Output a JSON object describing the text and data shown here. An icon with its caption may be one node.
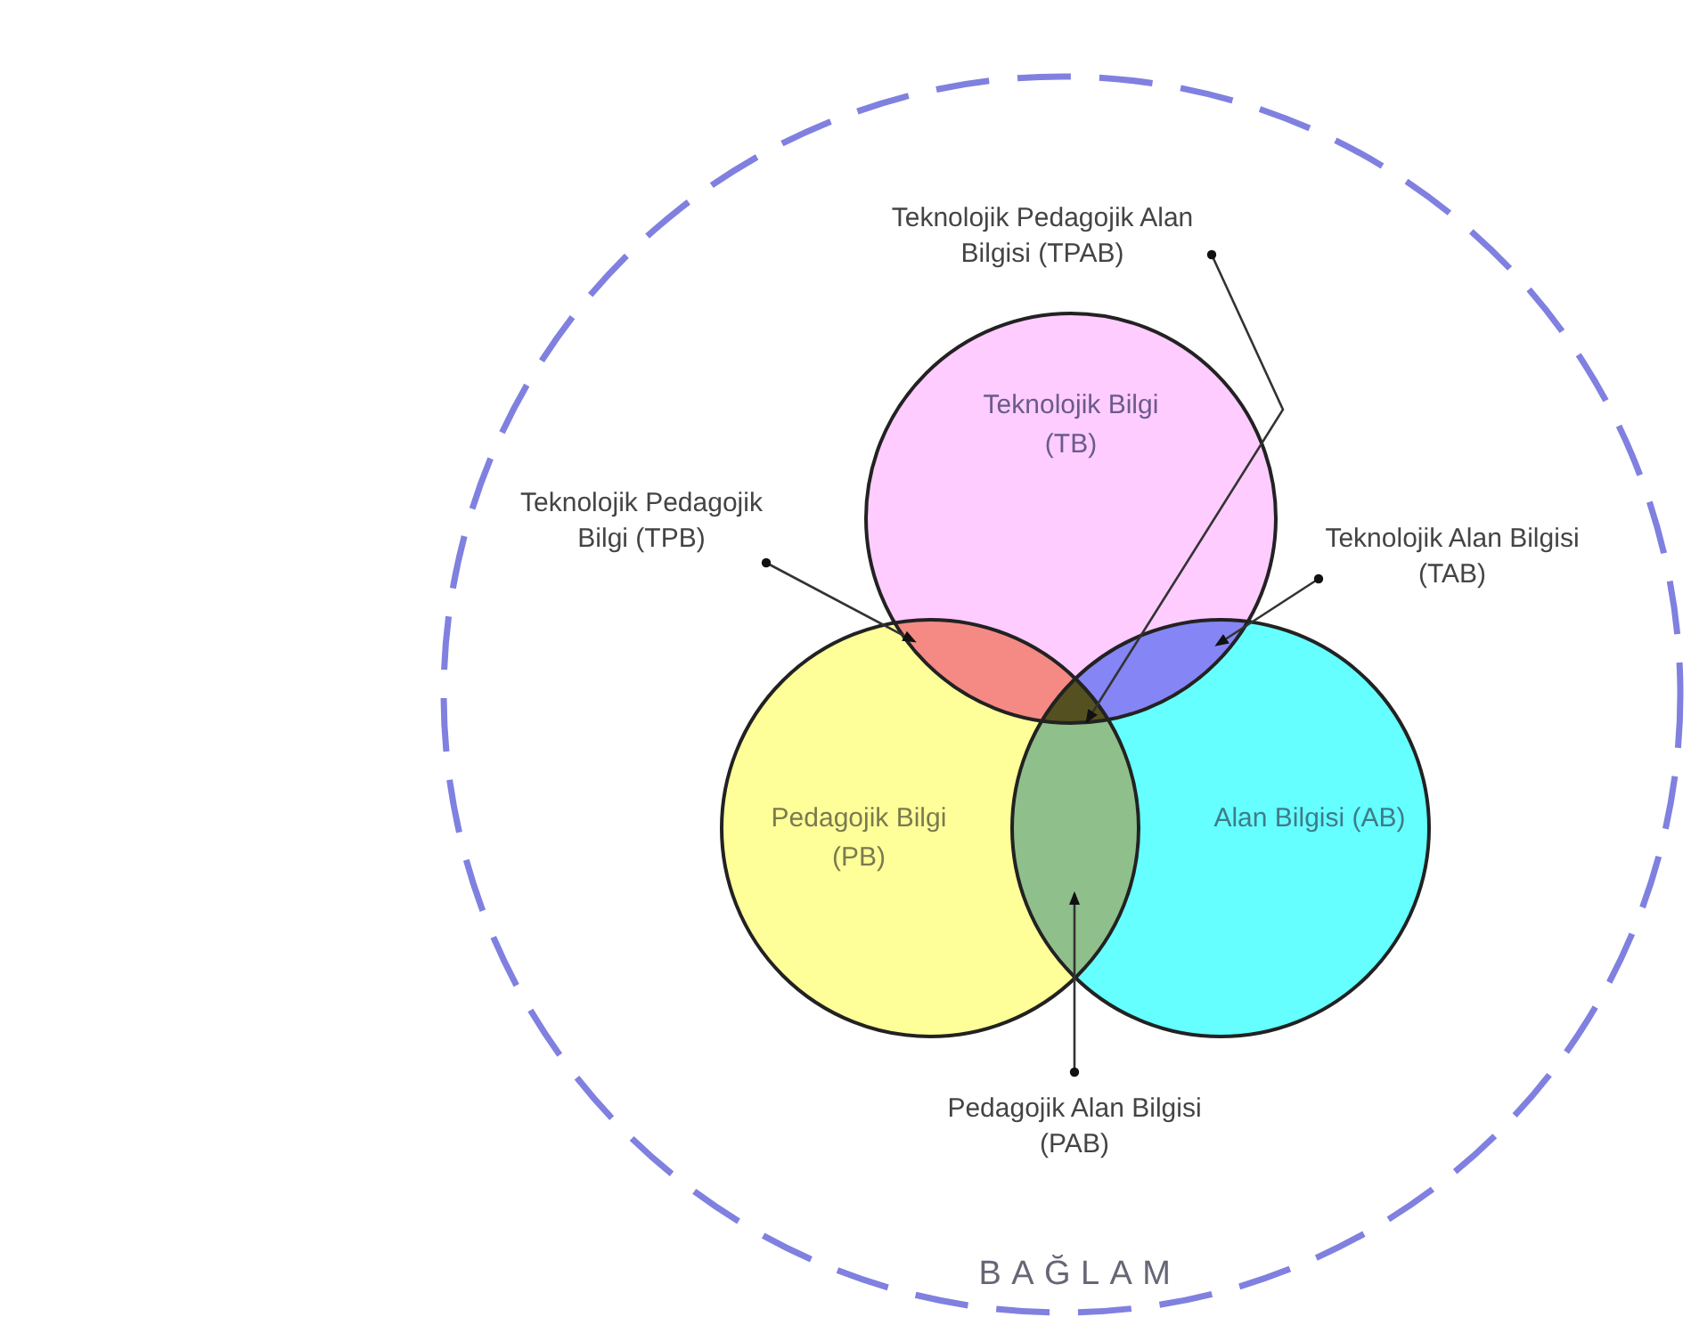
{
  "diagram": {
    "nodes": [
      {
        "text": [
          "BAĞLAM"
        ]
      },
      {
        "text": [
          "Teknolojik Bilgi (TB)"
        ],
        "in": 0
      },
      {
        "text": [
          "Pedagojik Bilgi (PB)"
        ],
        "in": 0
      },
      {
        "text": [
          "Alan Bilgisi (AB)"
        ],
        "in": 0
      },
      {
        "text": [
          "Teknolojik Pedagojik Alan Bilgisi (TPAB)"
        ],
        "in": 0
      },
      {
        "text": [
          "Teknolojik Pedagojik Bilgi (TPB)"
        ],
        "in": 0
      },
      {
        "text": [
          "Teknolojik Alan Bilgisi (TAB)"
        ],
        "in": 0
      },
      {
        "text": [
          "Pedagojik Alan Bilgisi (PAB)"
        ],
        "in": 0
      },
      {
        "text": [],
        "shape": "lens"
      },
      {
        "text": [],
        "shape": "lens"
      },
      {
        "text": [],
        "shape": "lens"
      },
      {
        "text": [],
        "shape": "lens"
      }
    ],
    "edges": [
      {
        "from": 4,
        "to": 10,
        "arrow": "to"
      },
      {
        "from": 5,
        "to": 8,
        "arrow": "to"
      },
      {
        "from": 6,
        "to": 9,
        "arrow": "to"
      },
      {
        "from": 7,
        "to": 11,
        "arrow": "to"
      }
    ]
  }
}
